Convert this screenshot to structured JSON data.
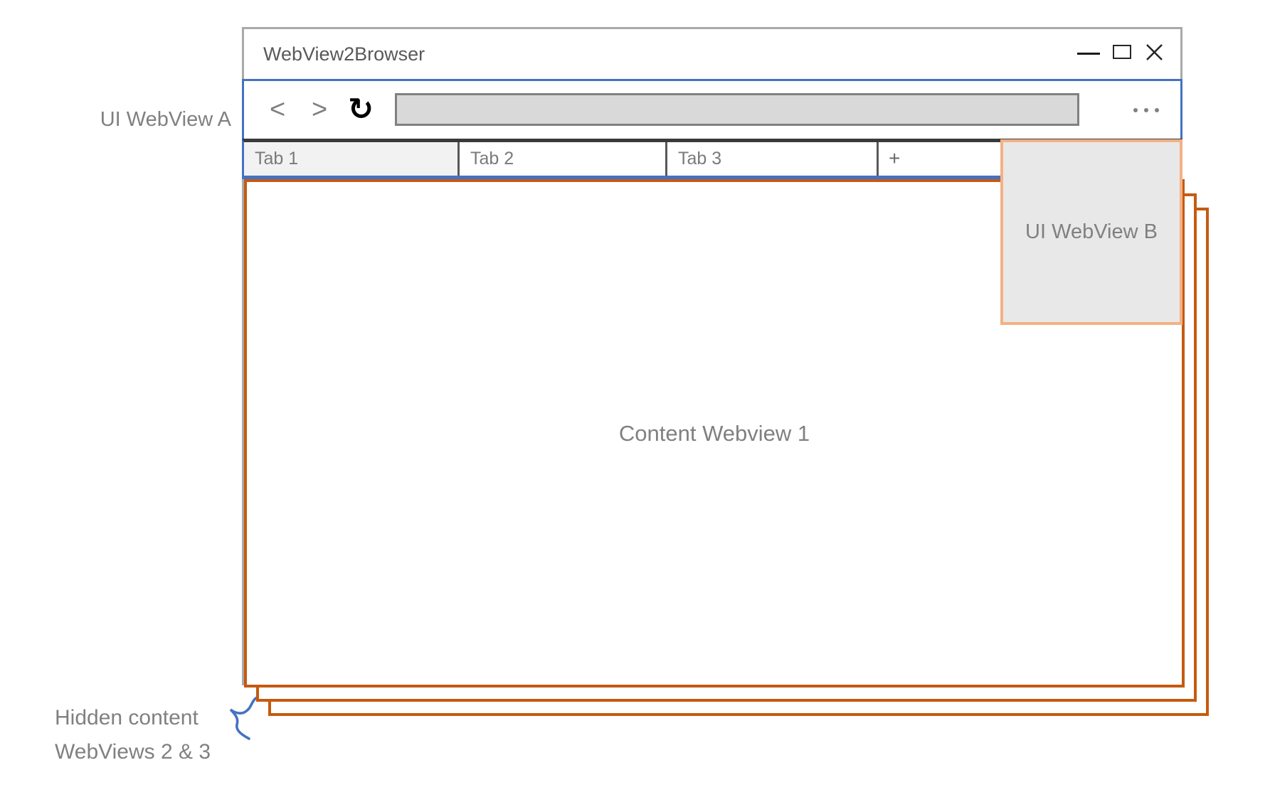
{
  "colors": {
    "accent_blue": "#4472C4",
    "accent_orange": "#C55A11",
    "accent_orange_light": "#F4B183",
    "frame_gray": "#A9A9A9",
    "label_gray": "#808080"
  },
  "annotations": {
    "ui_webview_a_label": "UI WebView A",
    "hidden_content_line1": "Hidden content",
    "hidden_content_line2": "WebViews 2 & 3",
    "brace_icon": "curly-brace (blue, rotated)"
  },
  "window": {
    "title": "WebView2Browser",
    "controls": {
      "minimize_icon": "css-dash",
      "maximize_icon": "css-square",
      "close_icon": "svg-x"
    },
    "navbar": {
      "back_icon_glyph": "<",
      "forward_icon_glyph": ">",
      "reload_icon_glyph": "↻",
      "address_value": "",
      "menu_icon": "three-dots"
    },
    "tabs": [
      {
        "label": "Tab 1",
        "active": true
      },
      {
        "label": "Tab 2",
        "active": false
      },
      {
        "label": "Tab 3",
        "active": false
      },
      {
        "label": "+",
        "active": false
      }
    ],
    "content": {
      "webview1_label": "Content Webview 1",
      "ui_webview_b_label": "UI WebView B",
      "hidden_webviews_count": "2 & 3"
    }
  }
}
